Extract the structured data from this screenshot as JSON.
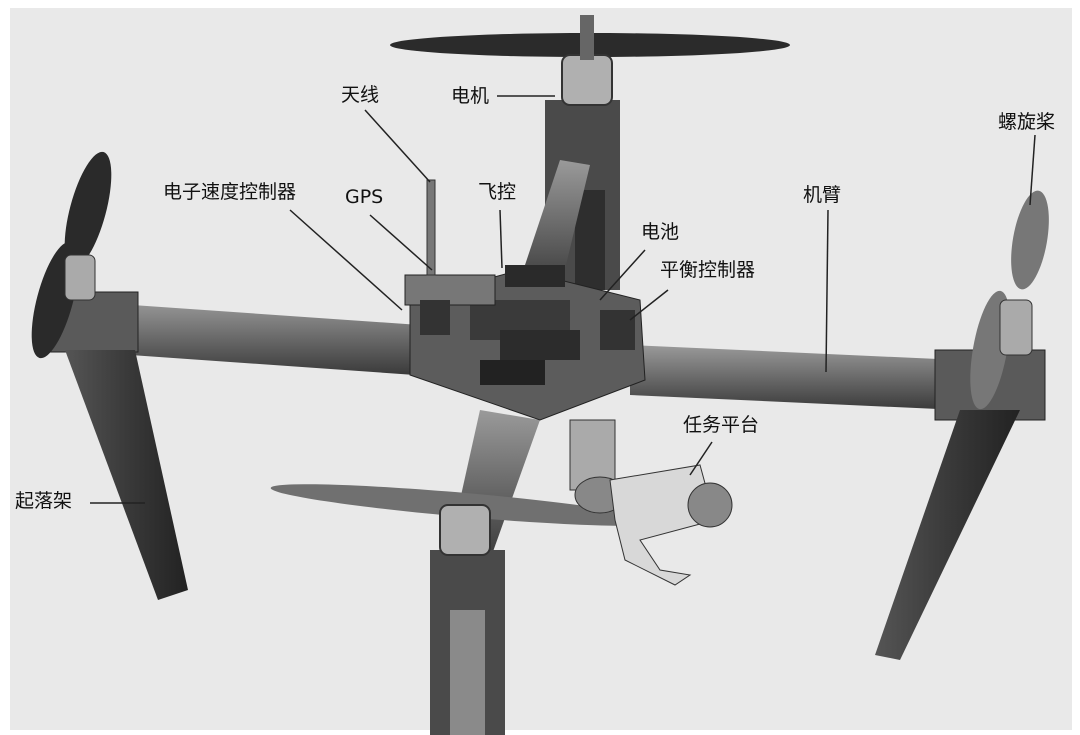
{
  "labels": {
    "antenna": "天线",
    "motor": "电机",
    "propeller": "螺旋桨",
    "esc": "电子速度控制器",
    "gps": "GPS",
    "flight_controller": "飞控",
    "arm": "机臂",
    "battery": "电池",
    "balance_controller": "平衡控制器",
    "payload_platform": "任务平台",
    "landing_gear": "起落架"
  }
}
